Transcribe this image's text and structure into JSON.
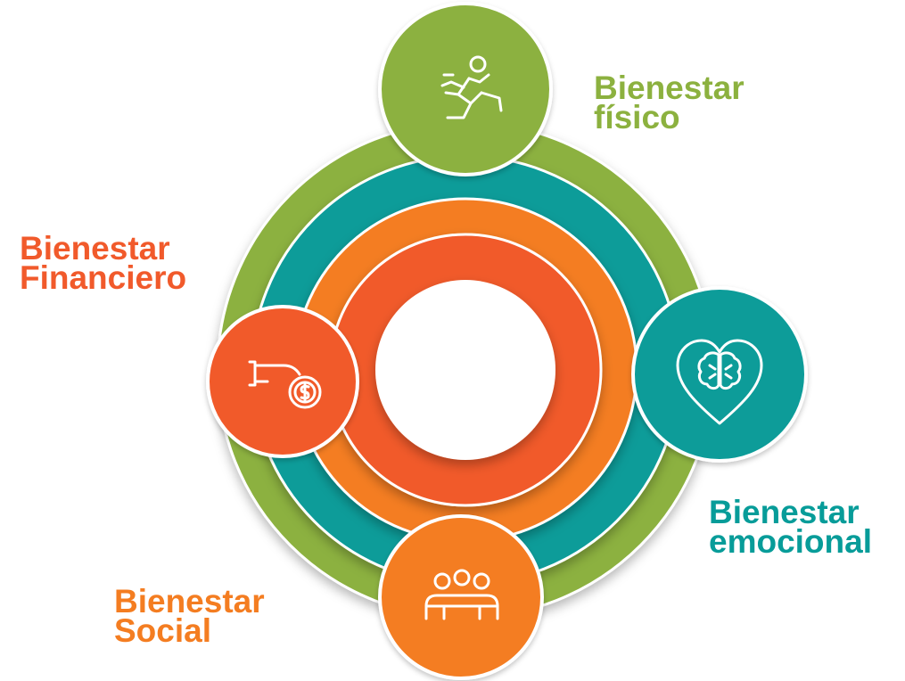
{
  "colors": {
    "green": "#8cb13f",
    "teal": "#079c99",
    "orange": "#f47d21",
    "red_orange": "#f15a2b",
    "white": "#ffffff"
  },
  "segments": [
    {
      "id": "fisico",
      "title_line1": "Bienestar",
      "title_line2": "físico",
      "color": "#8cb13f",
      "icon": "running-person-icon"
    },
    {
      "id": "emocional",
      "title_line1": "Bienestar",
      "title_line2": "emocional",
      "color": "#079c99",
      "icon": "heart-brain-icon"
    },
    {
      "id": "social",
      "title_line1": "Bienestar",
      "title_line2": "Social",
      "color": "#f47d21",
      "icon": "group-people-icon"
    },
    {
      "id": "financiero",
      "title_line1": "Bienestar",
      "title_line2": "Financiero",
      "color": "#f15a2b",
      "icon": "hand-coin-icon"
    }
  ]
}
